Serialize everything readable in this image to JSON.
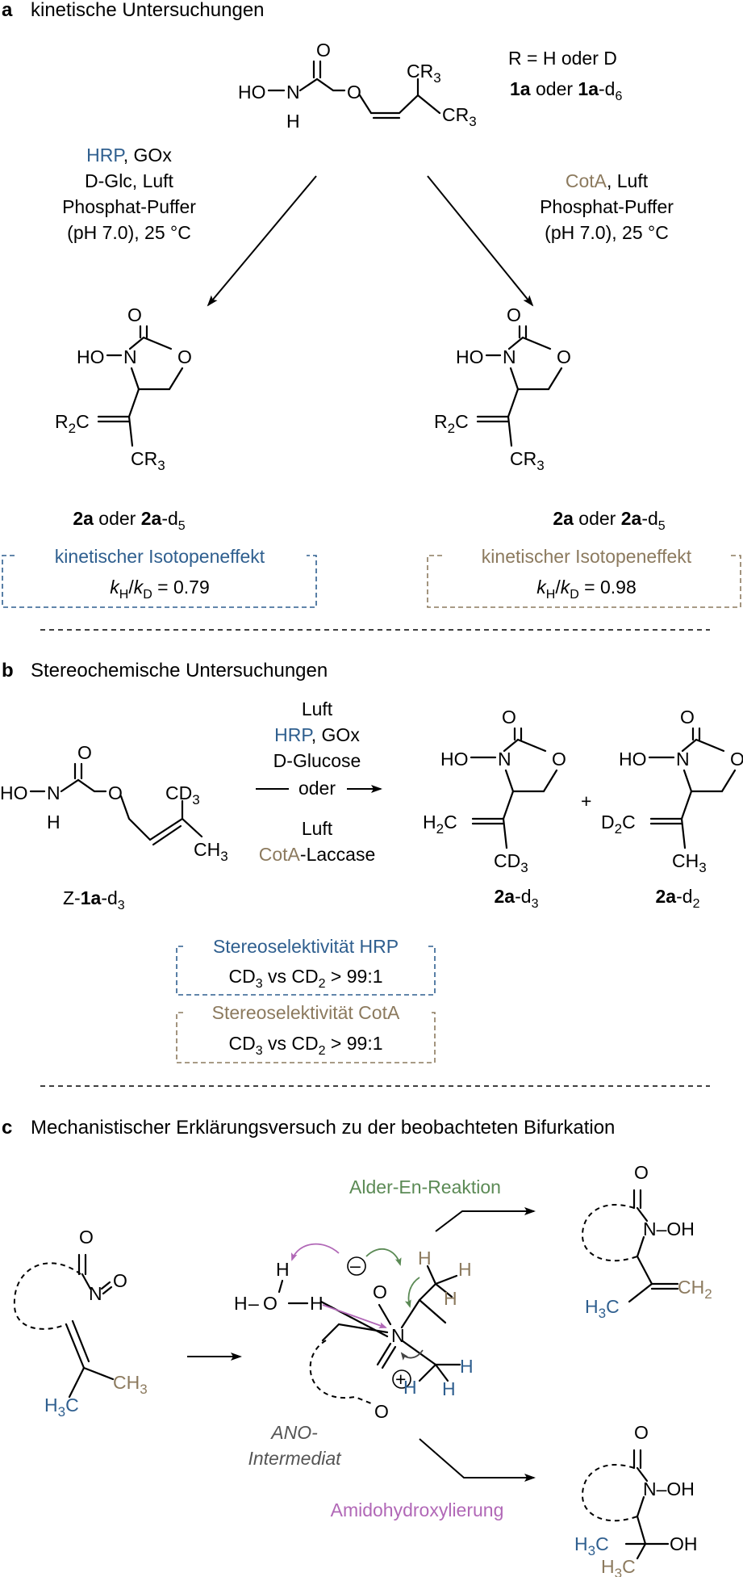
{
  "panel_a": {
    "letter": "a",
    "title": "kinetische Untersuchungen",
    "r_def": "R = H oder D",
    "compound_1": "1a",
    "oder": "oder",
    "compound_1d": "1a",
    "sub_d6": "-d",
    "sub_d6_num": "6",
    "left_cond": {
      "enzyme": "HRP",
      "line1_rest": ", GOx",
      "line2": "D-Glc, Luft",
      "line3": "Phosphat-Puffer",
      "line4": "(pH 7.0), 25 °C"
    },
    "right_cond": {
      "enzyme": "CotA",
      "line1_rest": ",  Luft",
      "line2": "Phosphat-Puffer",
      "line3": "(pH 7.0), 25 °C"
    },
    "product_label_left": "2a",
    "product_label_right": "2a",
    "product_oder": "oder",
    "product_d": "-d",
    "product_d_num": "5",
    "kie_left": {
      "title": "kinetischer Isotopeneffekt",
      "value": "= 0.79"
    },
    "kie_right": {
      "title": "kinetischer Isotopeneffekt",
      "value": "= 0.98"
    },
    "k": "k",
    "kH_sub": "H",
    "kD_sub": "D"
  },
  "panel_b": {
    "letter": "b",
    "title": "Stereochemische Untersuchungen",
    "cond_top": "Luft",
    "cond_hrp": "HRP",
    "cond_gox": ", GOx",
    "cond_glc": "D-Glucose",
    "cond_oder": "oder",
    "cond_luft2": "Luft",
    "cond_cota": "CotA",
    "cond_laccase": "-Laccase",
    "start_label": "Z-",
    "start_compound": "1a",
    "start_d": "-d",
    "start_d_num": "3",
    "plus": "+",
    "prod1": "2a",
    "prod1_d": "-d",
    "prod1_d_num": "3",
    "prod2": "2a",
    "prod2_d": "-d",
    "prod2_d_num": "2",
    "box_hrp_title": "Stereoselektivität HRP",
    "box_cota_title": "Stereoselektivität CotA",
    "box_value_pre": "CD",
    "box_value_mid": " vs CD",
    "box_value_post": " > 99:1"
  },
  "panel_c": {
    "letter": "c",
    "title": "Mechanistischer Erklärungsversuch zu der beobachteten Bifurkation",
    "alder_en": "Alder-En-Reaktion",
    "ano_line1": "ANO-",
    "ano_line2": "Intermediat",
    "amido": "Amidohydroxylierung"
  },
  "colors": {
    "hrp_blue": "#2f5f8f",
    "cota_brown": "#8c7a5e",
    "alder_green": "#5b8a55",
    "amido_purple": "#b168b7"
  }
}
